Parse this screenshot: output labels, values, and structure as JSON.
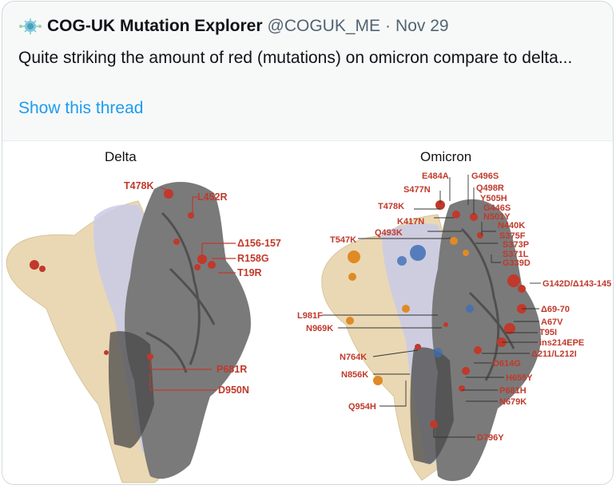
{
  "tweet": {
    "author_name": "COG-UK Mutation Explorer",
    "handle": "@COGUK_ME",
    "separator": "·",
    "date": "Nov 29",
    "text": "Quite striking the amount of red (mutations) on omicron compare to delta...",
    "show_thread": "Show this thread"
  },
  "figure": {
    "delta": {
      "title": "Delta",
      "labels": [
        "T478K",
        "L452R",
        "Δ156-157",
        "R158G",
        "T19R",
        "P681R",
        "D950N"
      ]
    },
    "omicron": {
      "title": "Omicron",
      "labels": [
        "E484A",
        "G496S",
        "Q498R",
        "S477N",
        "Y505H",
        "G446S",
        "T478K",
        "N501Y",
        "K417N",
        "N440K",
        "Q493K",
        "S375F",
        "T547K",
        "S373P",
        "S371L",
        "G339D",
        "G142D/Δ143-145",
        "L981F",
        "Δ69-70",
        "A67V",
        "N969K",
        "T95I",
        "ins214EPE",
        "N764K",
        "Δ211/L212I",
        "D614G",
        "N856K",
        "H655Y",
        "P681H",
        "N679K",
        "Q954H",
        "D796Y"
      ]
    },
    "colors": {
      "mutation": "#c0392b",
      "beige": "#ead8b4",
      "lavender": "#c9cbe8",
      "gray": "#6e6e6e",
      "orange": "#e08a25",
      "blue": "#3f6fb5"
    }
  }
}
